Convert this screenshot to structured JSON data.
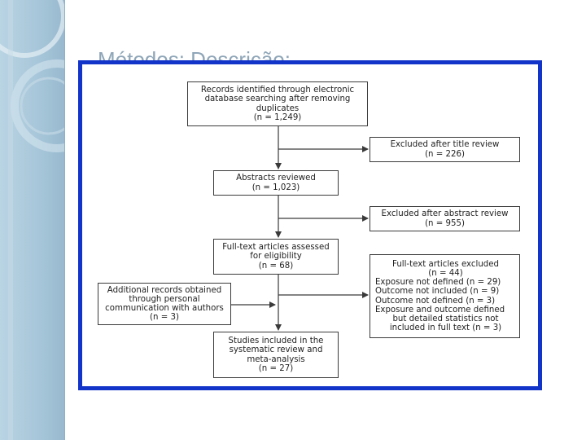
{
  "slide": {
    "title": "Métodos: Descrição:"
  },
  "theme": {
    "frame_color": "#1334c8",
    "band_color": "#a7c6d9",
    "line_color": "#3a3a3a"
  },
  "flowchart": {
    "records_identified": {
      "lines": [
        "Records identified through electronic",
        "database searching after removing",
        "duplicates",
        "(n = 1,249)"
      ]
    },
    "excluded_title": {
      "lines": [
        "Excluded after title review",
        "(n = 226)"
      ]
    },
    "abstracts_reviewed": {
      "lines": [
        "Abstracts reviewed",
        "(n = 1,023)"
      ]
    },
    "excluded_abstract": {
      "lines": [
        "Excluded after abstract review",
        "(n = 955)"
      ]
    },
    "fulltext_assessed": {
      "lines": [
        "Full-text articles assessed",
        "for eligibility",
        "(n = 68)"
      ]
    },
    "fulltext_excluded": {
      "heading": [
        "Full-text articles excluded",
        "(n = 44)"
      ],
      "reasons": [
        "Exposure not defined (n = 29)",
        "Outcome not included (n = 9)",
        "Outcome not defined (n = 3)",
        "Exposure and outcome defined",
        "but detailed statistics not",
        "included in full text (n = 3)"
      ]
    },
    "additional_records": {
      "lines": [
        "Additional records obtained",
        "through personal",
        "communication with authors",
        "(n = 3)"
      ]
    },
    "studies_included": {
      "lines": [
        "Studies included in the",
        "systematic review and",
        "meta-analysis",
        "(n = 27)"
      ]
    }
  }
}
